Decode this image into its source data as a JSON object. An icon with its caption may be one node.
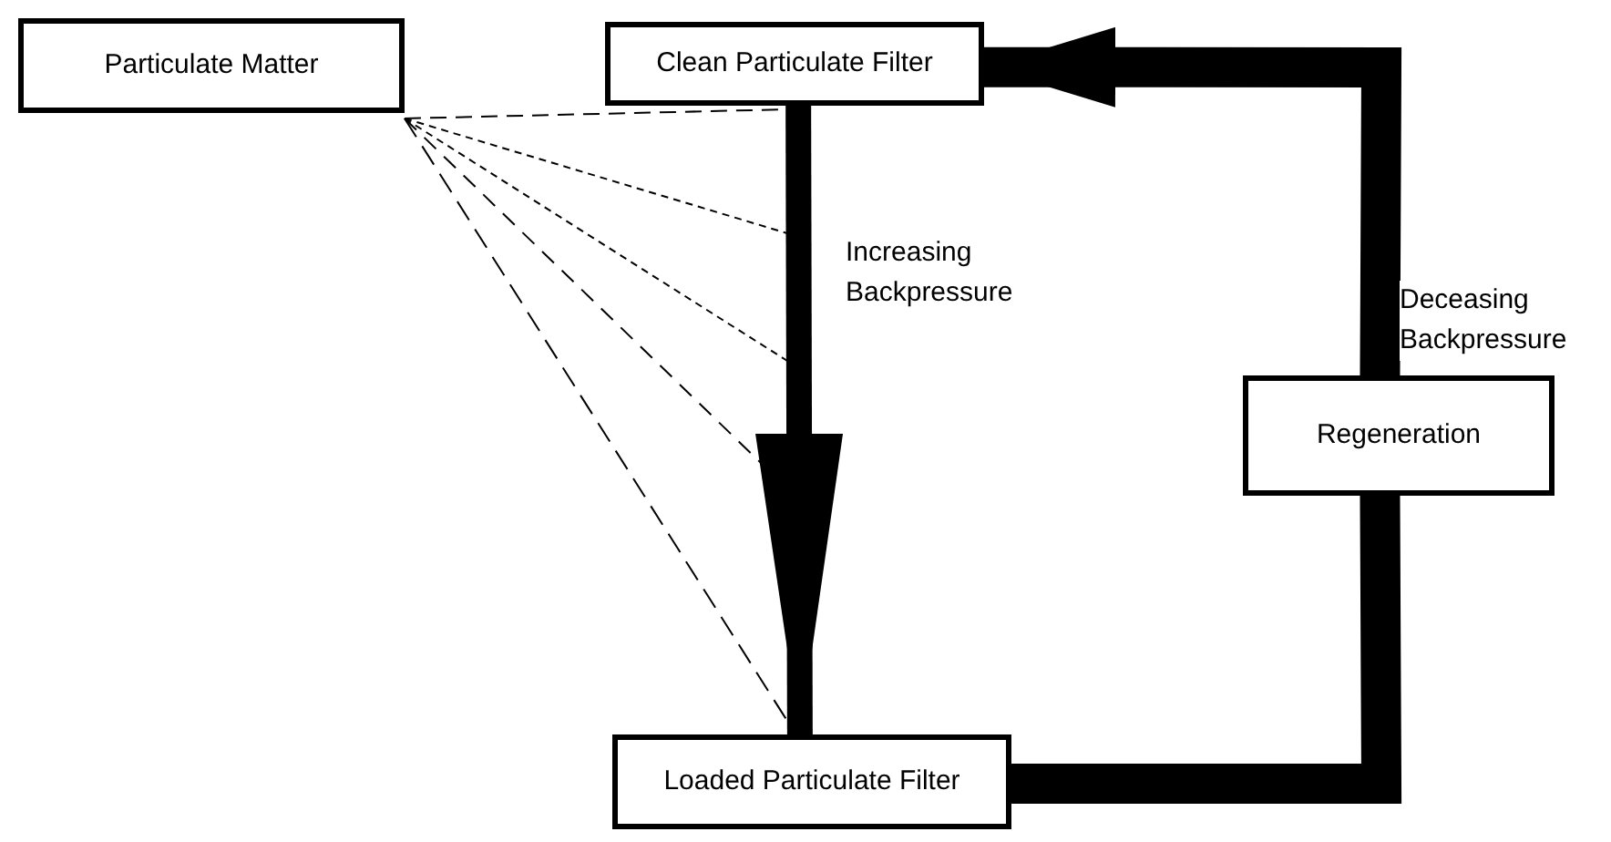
{
  "diagram": {
    "nodes": [
      {
        "text": [
          "Particulate Matter"
        ]
      },
      {
        "text": [
          "Clean Particulate Filter"
        ]
      },
      {
        "text": [
          "Regeneration"
        ]
      },
      {
        "text": [
          "Loaded Particulate Filter"
        ]
      }
    ],
    "edges": [
      {
        "from": 1,
        "to": 3,
        "arrow": "to",
        "label": "Increasing Backpressure",
        "style": "thick"
      },
      {
        "from": 3,
        "to": 2,
        "arrow": "none",
        "style": "thick"
      },
      {
        "from": 2,
        "to": 1,
        "arrow": "to",
        "label": "Deceasing Backpressure",
        "style": "thick"
      },
      {
        "from": 0,
        "to": 1,
        "arrow": "none",
        "style": "dashed"
      },
      {
        "from": 0,
        "to": null,
        "arrow": "none",
        "style": "dashed"
      },
      {
        "from": 0,
        "to": null,
        "arrow": "none",
        "style": "dashed"
      },
      {
        "from": 0,
        "to": null,
        "arrow": "none",
        "style": "dashed"
      },
      {
        "from": 0,
        "to": 3,
        "arrow": "none",
        "style": "dashed"
      }
    ]
  }
}
